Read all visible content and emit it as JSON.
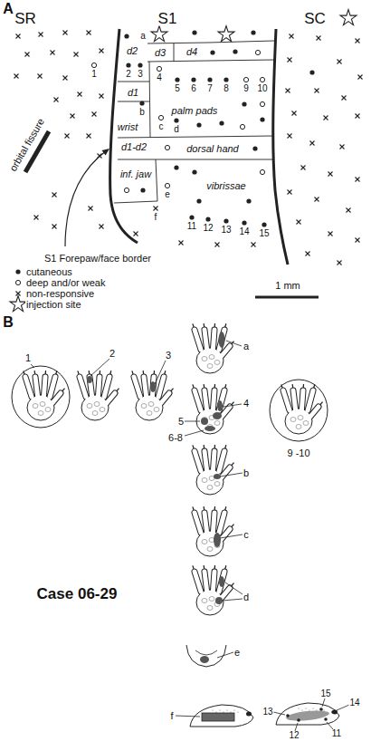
{
  "diagram": {
    "labels": [
      "A",
      "SR",
      "S1",
      "SC",
      "orbital fissure",
      "a",
      "d3",
      "d4",
      "d2",
      "1",
      "2",
      "3",
      "d1",
      "4",
      "5",
      "6",
      "7",
      "8",
      "9",
      "10",
      "b",
      "wrist",
      "palm pads",
      "c",
      "d",
      "d1-d2",
      "dorsal hand",
      "inf. jaw",
      "e",
      "vibrissae",
      "f",
      "11",
      "12",
      "13",
      "14",
      "15",
      "S1 Forepaw/face border",
      "1 mm",
      "B",
      "1",
      "2",
      "3",
      "a",
      "4",
      "5",
      "6-8",
      "9 -10",
      "b",
      "c",
      "d",
      "Case 06-29",
      "e",
      "f",
      "13",
      "15",
      "14",
      "12",
      "11"
    ],
    "legend": [
      {
        "text": "cutaneous"
      },
      {
        "text": "deep and/or weak"
      },
      {
        "text": "non-responsive"
      },
      {
        "text": "injection site"
      }
    ]
  }
}
